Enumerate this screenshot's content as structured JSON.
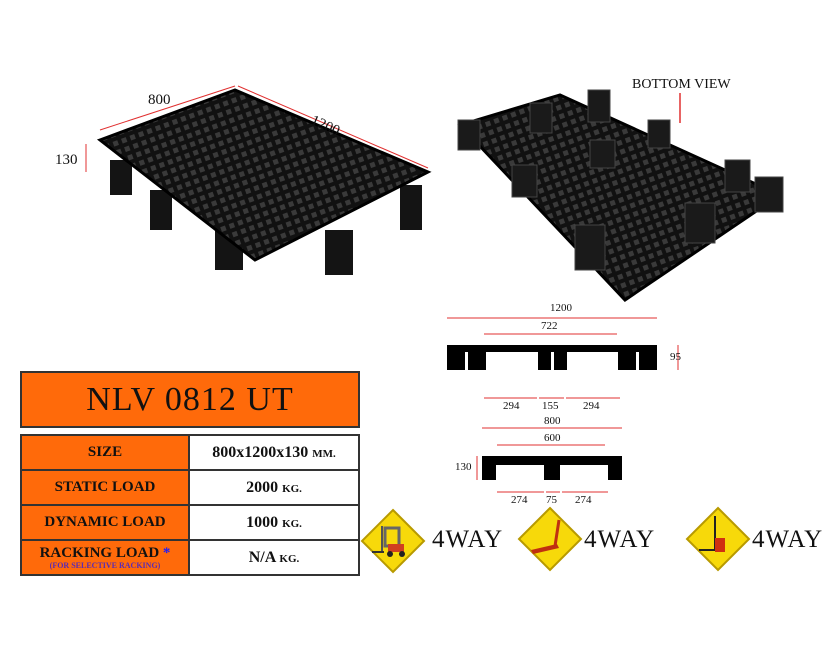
{
  "top_view": {
    "width_label": "800",
    "length_label": "1200",
    "height_label": "130"
  },
  "bottom_view": {
    "label": "BOTTOM VIEW"
  },
  "product": {
    "model": "NLV 0812 UT"
  },
  "specs": [
    {
      "label": "SIZE",
      "value": "800x1200x130",
      "unit": "MM."
    },
    {
      "label": "STATIC LOAD",
      "value": "2000",
      "unit": "KG."
    },
    {
      "label": "DYNAMIC LOAD",
      "value": "1000",
      "unit": "KG."
    },
    {
      "label": "RACKING LOAD",
      "note_mark": "*",
      "note": "(FOR SELECTIVE RACKING)",
      "value": "N/A",
      "unit": "KG."
    }
  ],
  "side_long": {
    "overall": "1200",
    "inner": "722",
    "height": "95",
    "gaps": [
      "294",
      "155",
      "294"
    ]
  },
  "side_short": {
    "overall": "800",
    "inner": "600",
    "height": "130",
    "gaps": [
      "274",
      "75",
      "274"
    ]
  },
  "entry": [
    {
      "icon": "forklift-icon",
      "label": "4WAY"
    },
    {
      "icon": "hand-pallet-truck-icon",
      "label": "4WAY"
    },
    {
      "icon": "electric-stacker-icon",
      "label": "4WAY"
    }
  ],
  "colors": {
    "orange": "#ff6a0a",
    "dimension": "#e03030",
    "sign_yellow": "#f7d90a"
  }
}
